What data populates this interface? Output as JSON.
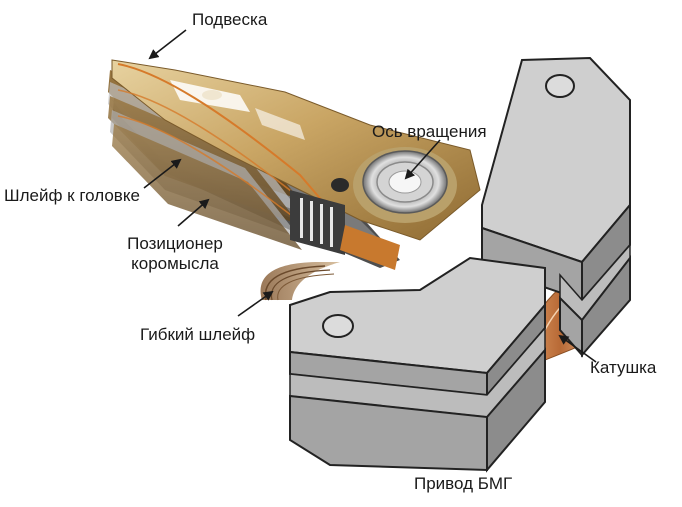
{
  "labels": {
    "suspension": "Подвеска",
    "pivot_axis": "Ось вращения",
    "head_cable": "Шлейф к головке",
    "actuator_arm_line1": "Позиционер",
    "actuator_arm_line2": "коромысла",
    "flex_cable": "Гибкий шлейф",
    "coil": "Катушка",
    "vcm_drive": "Привод БМГ"
  }
}
